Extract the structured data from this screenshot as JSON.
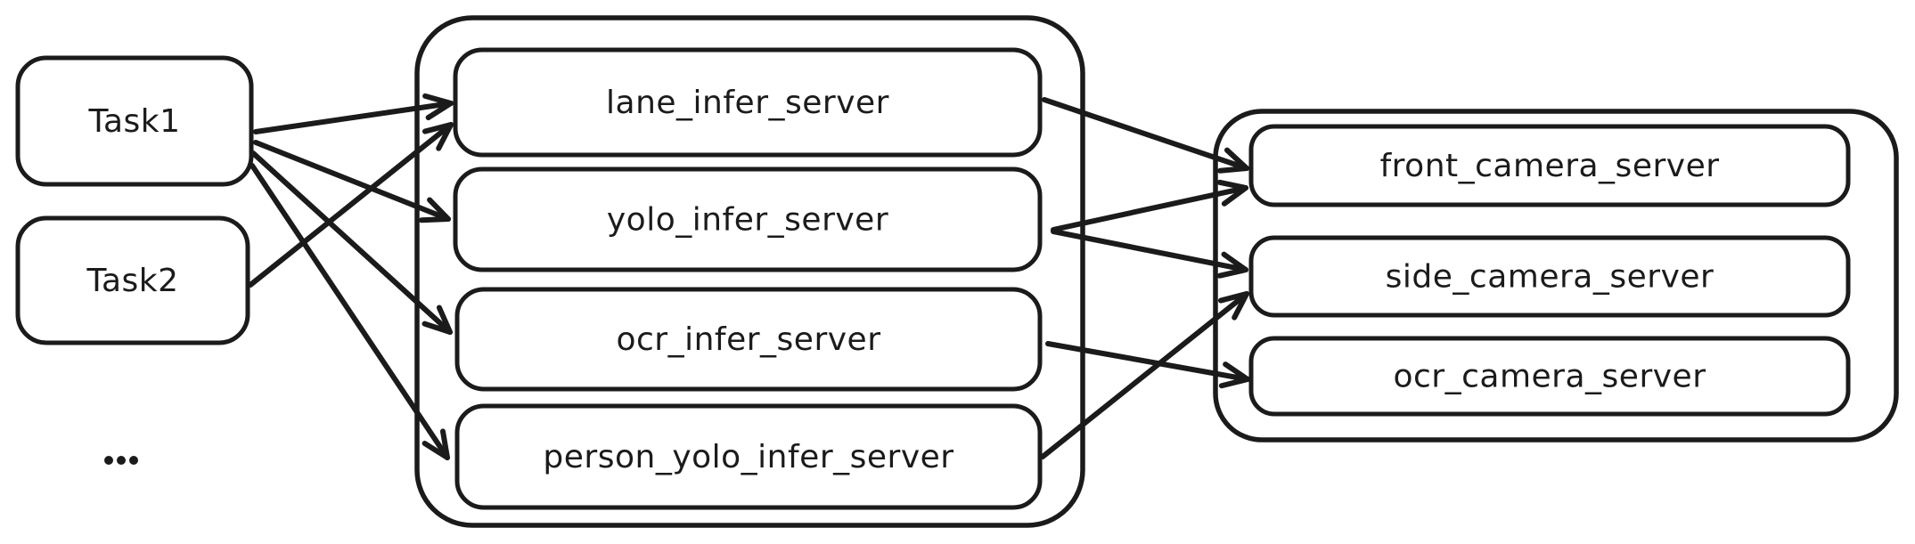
{
  "diagram": {
    "colors": {
      "stroke": "#1b1b1b",
      "background": "#ffffff"
    },
    "tasks": [
      {
        "id": "task1",
        "label": "Task1"
      },
      {
        "id": "task2",
        "label": "Task2"
      }
    ],
    "tasks_ellipsis": "...",
    "infer_group": {
      "nodes": [
        {
          "id": "lane_infer_server",
          "label": "lane_infer_server"
        },
        {
          "id": "yolo_infer_server",
          "label": "yolo_infer_server"
        },
        {
          "id": "ocr_infer_server",
          "label": "ocr_infer_server"
        },
        {
          "id": "person_yolo_infer_server",
          "label": "person_yolo_infer_server"
        }
      ]
    },
    "camera_group": {
      "nodes": [
        {
          "id": "front_camera_server",
          "label": "front_camera_server"
        },
        {
          "id": "side_camera_server",
          "label": "side_camera_server"
        },
        {
          "id": "ocr_camera_server",
          "label": "ocr_camera_server"
        }
      ]
    },
    "edges": [
      {
        "from": "task1",
        "to": "lane_infer_server"
      },
      {
        "from": "task1",
        "to": "yolo_infer_server"
      },
      {
        "from": "task1",
        "to": "ocr_infer_server"
      },
      {
        "from": "task1",
        "to": "person_yolo_infer_server"
      },
      {
        "from": "task2",
        "to": "lane_infer_server"
      },
      {
        "from": "lane_infer_server",
        "to": "front_camera_server"
      },
      {
        "from": "yolo_infer_server",
        "to": "front_camera_server"
      },
      {
        "from": "yolo_infer_server",
        "to": "side_camera_server"
      },
      {
        "from": "ocr_infer_server",
        "to": "ocr_camera_server"
      },
      {
        "from": "person_yolo_infer_server",
        "to": "side_camera_server"
      }
    ]
  }
}
